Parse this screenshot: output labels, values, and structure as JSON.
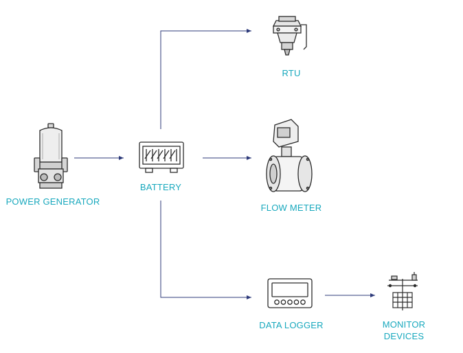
{
  "nodes": {
    "power_generator": {
      "label": "POWER GENERATOR"
    },
    "battery": {
      "label": "BATTERY"
    },
    "rtu": {
      "label": "RTU"
    },
    "flow_meter": {
      "label": "FLOW METER"
    },
    "data_logger": {
      "label": "DATA LOGGER"
    },
    "monitor_devices": {
      "label_line1": "MONITOR",
      "label_line2": "DEVICES"
    }
  },
  "colors": {
    "label": "#17a8bd",
    "arrow": "#2d3a7a",
    "icon_stroke": "#2b2b2b"
  },
  "icons": {
    "power_generator": "generator-icon",
    "battery": "battery-icon",
    "rtu": "rtu-device-icon",
    "flow_meter": "flow-meter-icon",
    "data_logger": "data-logger-icon",
    "monitor_devices": "weather-station-icon"
  }
}
